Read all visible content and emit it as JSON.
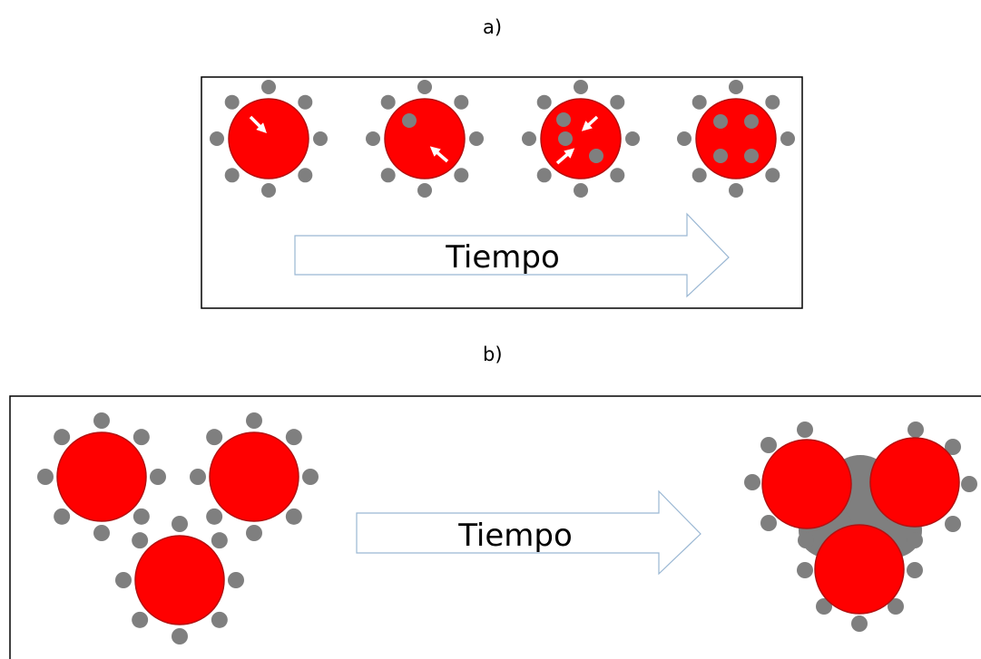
{
  "panel_a": {
    "label": "a)",
    "arrow_text": "Tiempo"
  },
  "panel_b": {
    "label": "b)",
    "arrow_text": "Tiempo"
  },
  "colors": {
    "core": "#ff0000",
    "core_stroke": "#b31010",
    "particle": "#7f7f7f",
    "arrow_fill": "#ffffff",
    "arrow_stroke": "#9ab7d3",
    "frame": "#000000",
    "inner_arrow": "#ffffff"
  }
}
